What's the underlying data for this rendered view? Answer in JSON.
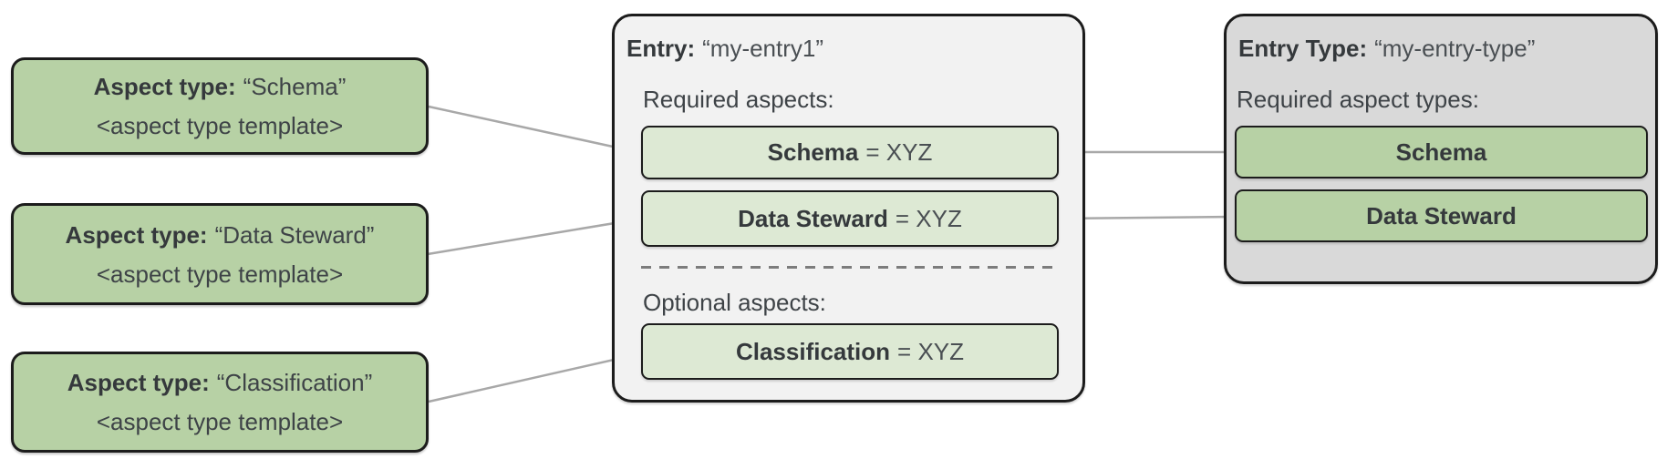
{
  "diagram": {
    "aspect_types": [
      {
        "prefix": "Aspect type:",
        "name": "“Schema”",
        "template": "<aspect type template>"
      },
      {
        "prefix": "Aspect type:",
        "name": "“Data Steward”",
        "template": "<aspect type template>"
      },
      {
        "prefix": "Aspect type:",
        "name": "“Classification”",
        "template": "<aspect type template>"
      }
    ],
    "entry": {
      "title_prefix": "Entry:",
      "title_name": "“my-entry1”",
      "required_label": "Required aspects:",
      "optional_label": "Optional aspects:",
      "required_aspects": [
        {
          "name": "Schema",
          "value": "= XYZ"
        },
        {
          "name": "Data Steward",
          "value": "= XYZ"
        }
      ],
      "optional_aspects": [
        {
          "name": "Classification",
          "value": "= XYZ"
        }
      ]
    },
    "entry_type": {
      "title_prefix": "Entry Type:",
      "title_name": "“my-entry-type”",
      "required_label": "Required aspect types:",
      "aspects": [
        "Schema",
        "Data Steward"
      ]
    },
    "colors": {
      "aspect_green": "#b7d1a5",
      "aspect_light_green": "#dde9d4",
      "entry_background": "#f2f2f2",
      "entry_type_background": "#d9d9d9",
      "border": "#1c1c1c",
      "connector": "#a8a8a8",
      "text": "#3e4347"
    }
  }
}
